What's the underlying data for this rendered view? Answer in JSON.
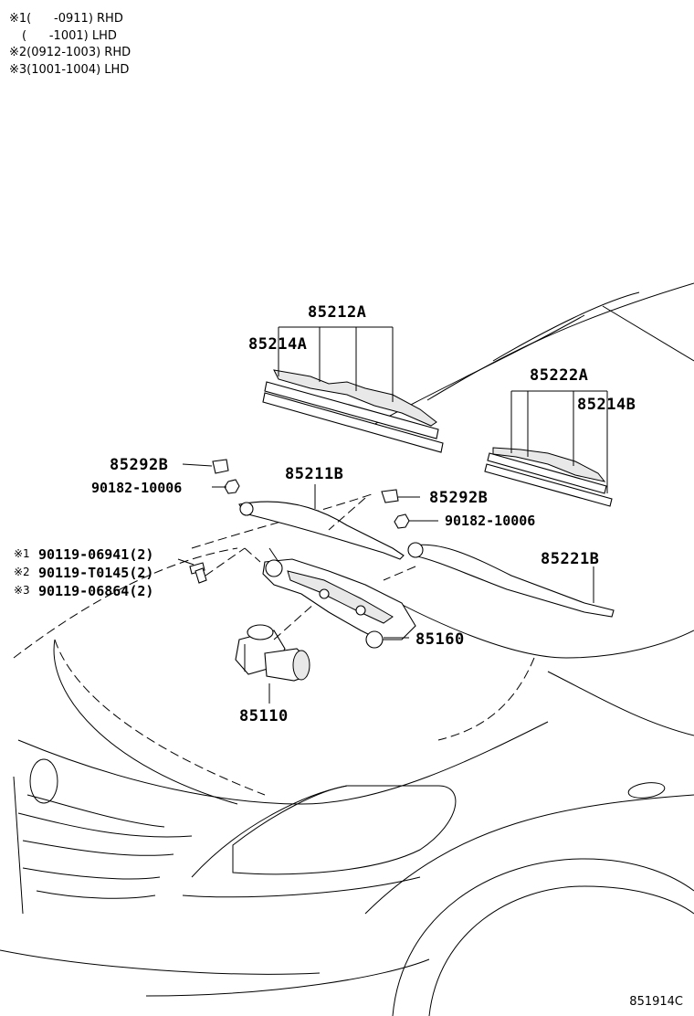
{
  "legend": [
    {
      "mark": "※1",
      "text": "(      -0911) RHD"
    },
    {
      "mark": "",
      "text": "(      -1001) LHD"
    },
    {
      "mark": "※2",
      "text": "(0912-1003) RHD"
    },
    {
      "mark": "※3",
      "text": "(1001-1004) LHD"
    }
  ],
  "callouts": {
    "blade_asm_a": "85212A",
    "rubber_a": "85214A",
    "blade_asm_b": "85222A",
    "rubber_b": "85214B",
    "cap_left": "85292B",
    "nut_left": "90182-10006",
    "arm_left": "85211B",
    "cap_right": "85292B",
    "nut_right": "90182-10006",
    "arm_right": "85221B",
    "link": "85160",
    "motor": "85110"
  },
  "bolts": [
    {
      "mark": "※1",
      "part": "90119-06941(2)"
    },
    {
      "mark": "※2",
      "part": "90119-T0145(2)"
    },
    {
      "mark": "※3",
      "part": "90119-06864(2)"
    }
  ],
  "reference": "851914C"
}
